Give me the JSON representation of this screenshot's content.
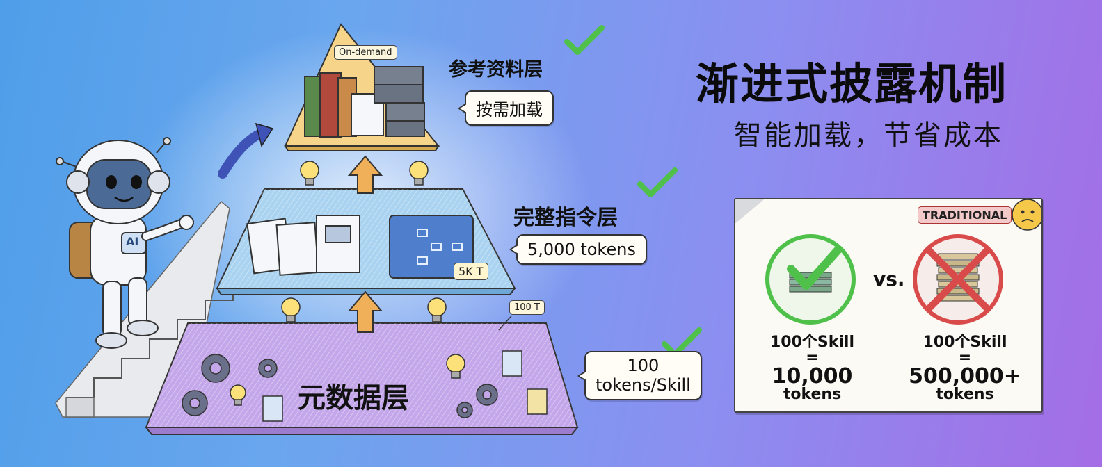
{
  "title": "渐进式披露机制",
  "subtitle": "智能加载，节省成本",
  "layers": {
    "reference": {
      "name": "参考资料层",
      "note": "按需加载",
      "tag": "On-demand"
    },
    "instruction": {
      "name": "完整指令层",
      "note": "5,000 tokens",
      "tag": "5K T"
    },
    "metadata": {
      "name": "元数据层",
      "note_line1": "100",
      "note_line2": "tokens/Skill",
      "tag": "100 T"
    }
  },
  "robot": {
    "chest_label": "AI"
  },
  "comparison": {
    "traditional_label": "TRADITIONAL",
    "vs": "vs.",
    "left": {
      "line1": "100个Skill",
      "line2": "=",
      "line3": "10,000",
      "line4": "tokens"
    },
    "right": {
      "line1": "100个Skill",
      "line2": "=",
      "line3": "500,000+",
      "line4": "tokens"
    }
  },
  "colors": {
    "top_layer": "#f6d48a",
    "middle_layer": "#a9d3f0",
    "bottom_layer": "#c4a6ea",
    "check_green": "#4fc14a",
    "cross_red": "#d94a4a"
  }
}
